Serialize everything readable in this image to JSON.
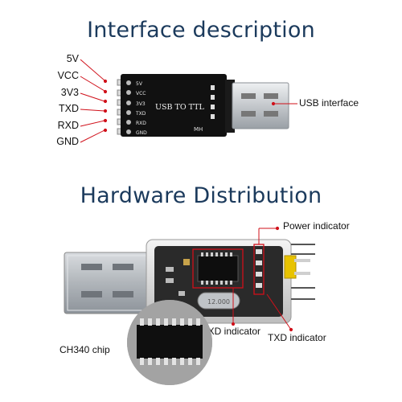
{
  "section1": {
    "title": "Interface description",
    "pins": [
      "5V",
      "VCC",
      "3V3",
      "TXD",
      "RXD",
      "GND"
    ],
    "board_pins": [
      "5V",
      "VCC",
      "3V3",
      "TXD",
      "RXD",
      "GND"
    ],
    "board_label": "USB  TO  TTL",
    "board_mark": "MH",
    "callout_usb": "USB interface"
  },
  "section2": {
    "title": "Hardware Distribution",
    "callout_power": "Power indicator",
    "callout_chip": "CH340 chip",
    "callout_rxd": "RXD indicator",
    "callout_txd": "TXD indicator",
    "crystal_label": "12.000"
  },
  "colors": {
    "title": "#1b3a5c",
    "board": "#111111",
    "leader": "#d0101a",
    "metal": "#c9ccd0"
  }
}
